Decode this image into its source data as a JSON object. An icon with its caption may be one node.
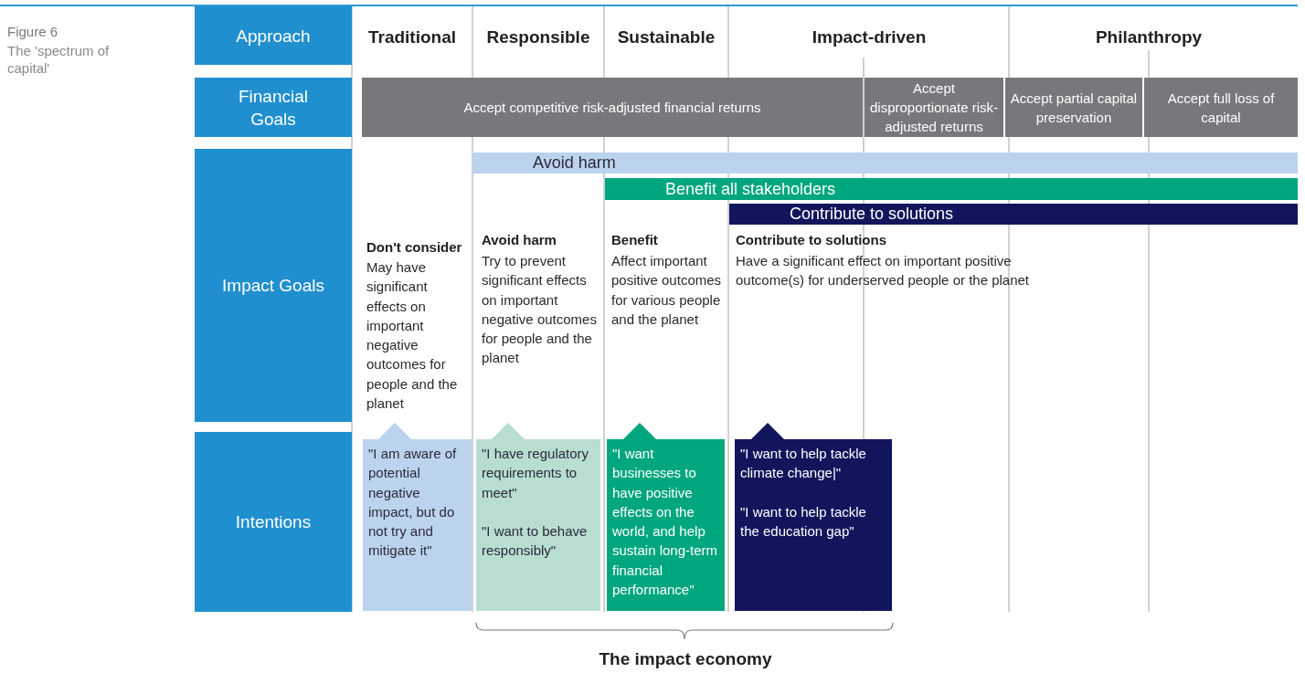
{
  "diagram": {
    "title": "Figure 6",
    "caption": "The 'spectrum of capital'",
    "nodes": [
      {
        "text": [
          "Approach"
        ]
      },
      {
        "text": [
          "Financial Goals"
        ]
      },
      {
        "text": [
          "Impact Goals"
        ]
      },
      {
        "text": [
          "Intentions"
        ]
      },
      {
        "text": [
          "Accept competitive risk-adjusted financial returns"
        ]
      },
      {
        "text": [
          "Accept disproportionate risk-adjusted returns"
        ]
      },
      {
        "text": [
          "Accept partial capital preservation"
        ]
      },
      {
        "text": [
          "Accept full loss of capital"
        ]
      },
      {
        "text": [
          "Avoid harm"
        ]
      },
      {
        "text": [
          "Benefit all stakeholders"
        ]
      },
      {
        "text": [
          "Contribute to solutions"
        ]
      },
      {
        "text": [
          "\"I am aware of potential negative impact, but do not try and mitigate it\""
        ]
      },
      {
        "text": [
          "\"I have regulatory requirements to meet\"",
          "\"I want to behave responsibly\""
        ]
      },
      {
        "text": [
          "\"I want businesses to have positive effects on the world, and help sustain long-term financial performance\""
        ]
      },
      {
        "text": [
          "\"I want to help tackle climate change|\"",
          "\"I want to help tackle the education gap\""
        ]
      }
    ],
    "labels": [
      "Traditional",
      "Responsible",
      "Sustainable",
      "Impact-driven",
      "Philanthropy",
      "Don't consider",
      "May have significant effects on important negative outcomes for people and the planet",
      "Avoid harm",
      "Try to prevent significant effects on important negative outcomes for people and the planet",
      "Benefit",
      "Affect important positive outcomes for various people and the planet",
      "Contribute to solutions",
      "Have a significant effect on important positive outcome(s) for underserved people or the planet",
      "The impact economy"
    ]
  }
}
